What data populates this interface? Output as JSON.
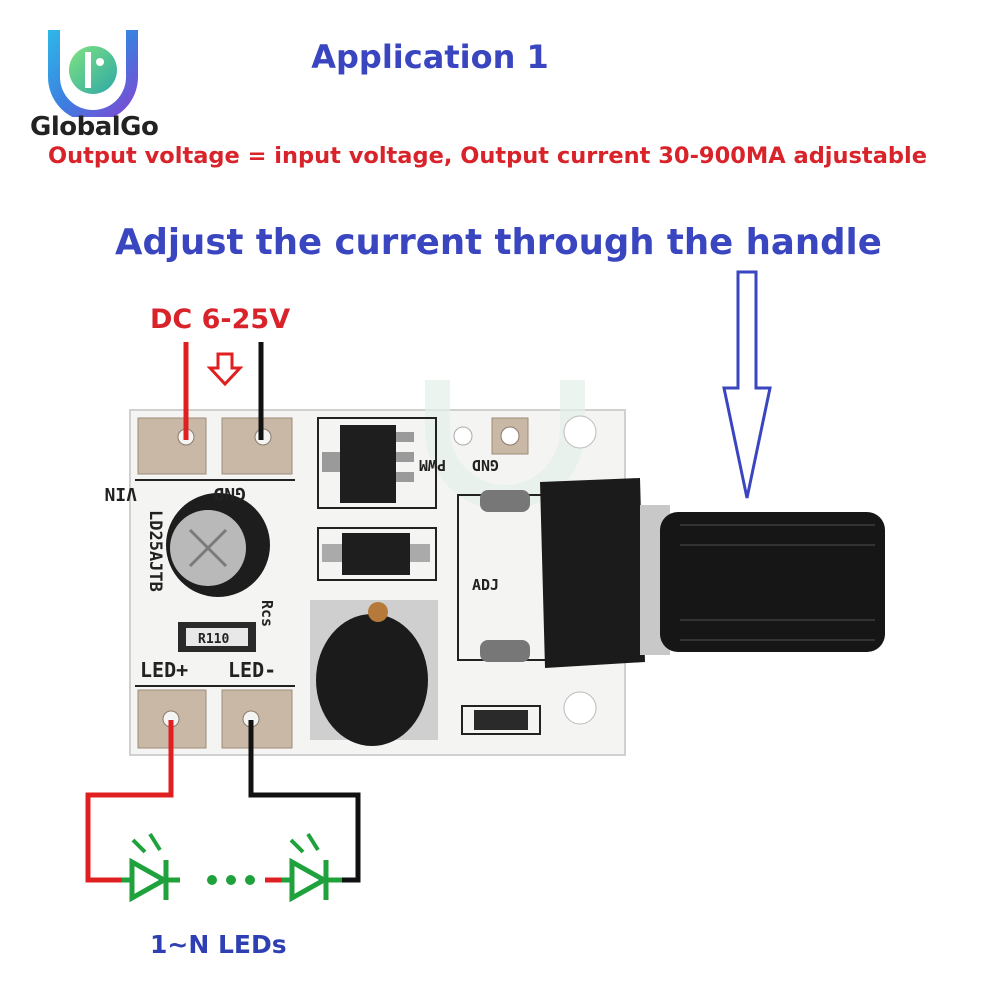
{
  "header": {
    "title": "Application 1",
    "brand": "GlobalGo",
    "subtitle": "Output voltage = input voltage, Output current 30-900MA adjustable",
    "headline": "Adjust the current through the handle"
  },
  "labels": {
    "dc_input": "DC 6-25V",
    "led_chain": "1~N LEDs"
  },
  "pcb": {
    "vin": "VIN",
    "gnd": "GND",
    "gnd2": "GND",
    "pwm": "PWM",
    "model": "LD25AJTB",
    "rcs": "Rcs",
    "resistor": "R110",
    "led_plus": "LED+",
    "led_minus": "LED-",
    "adj": "ADJ"
  },
  "colors": {
    "accent_blue": "#3a45c0",
    "accent_red": "#d9232a",
    "led_green": "#1fa23c",
    "pcb_white": "#f4f4f2"
  },
  "icons": [
    "brand-logo-icon",
    "down-arrow-icon",
    "handle-arrow-icon",
    "led-icon"
  ]
}
